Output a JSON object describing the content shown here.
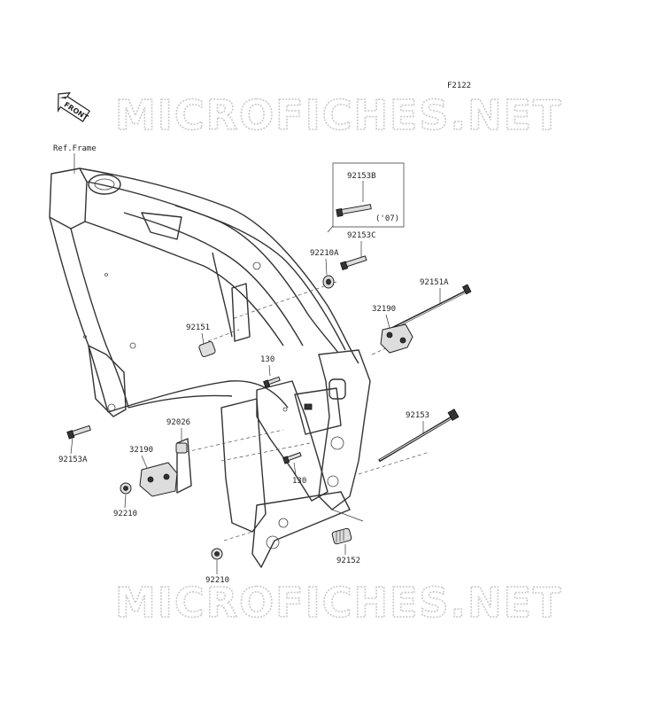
{
  "figure_code": "F2122",
  "front_label": "FRONT",
  "ref_frame_label": "Ref.Frame",
  "watermark": "MICROFICHES.NET",
  "colors": {
    "line": "#333333",
    "watermark_outline": "#c9c9c9",
    "background": "#ffffff"
  },
  "callout_box": {
    "part": "92153B",
    "note": "('07)"
  },
  "parts": [
    {
      "number": "92153C"
    },
    {
      "number": "92210A"
    },
    {
      "number": "92151A"
    },
    {
      "number": "32190"
    },
    {
      "number": "92151"
    },
    {
      "number": "130"
    },
    {
      "number": "92153"
    },
    {
      "number": "92026"
    },
    {
      "number": "32190"
    },
    {
      "number": "92153A"
    },
    {
      "number": "92210"
    },
    {
      "number": "130"
    },
    {
      "number": "92152"
    },
    {
      "number": "92210"
    }
  ]
}
